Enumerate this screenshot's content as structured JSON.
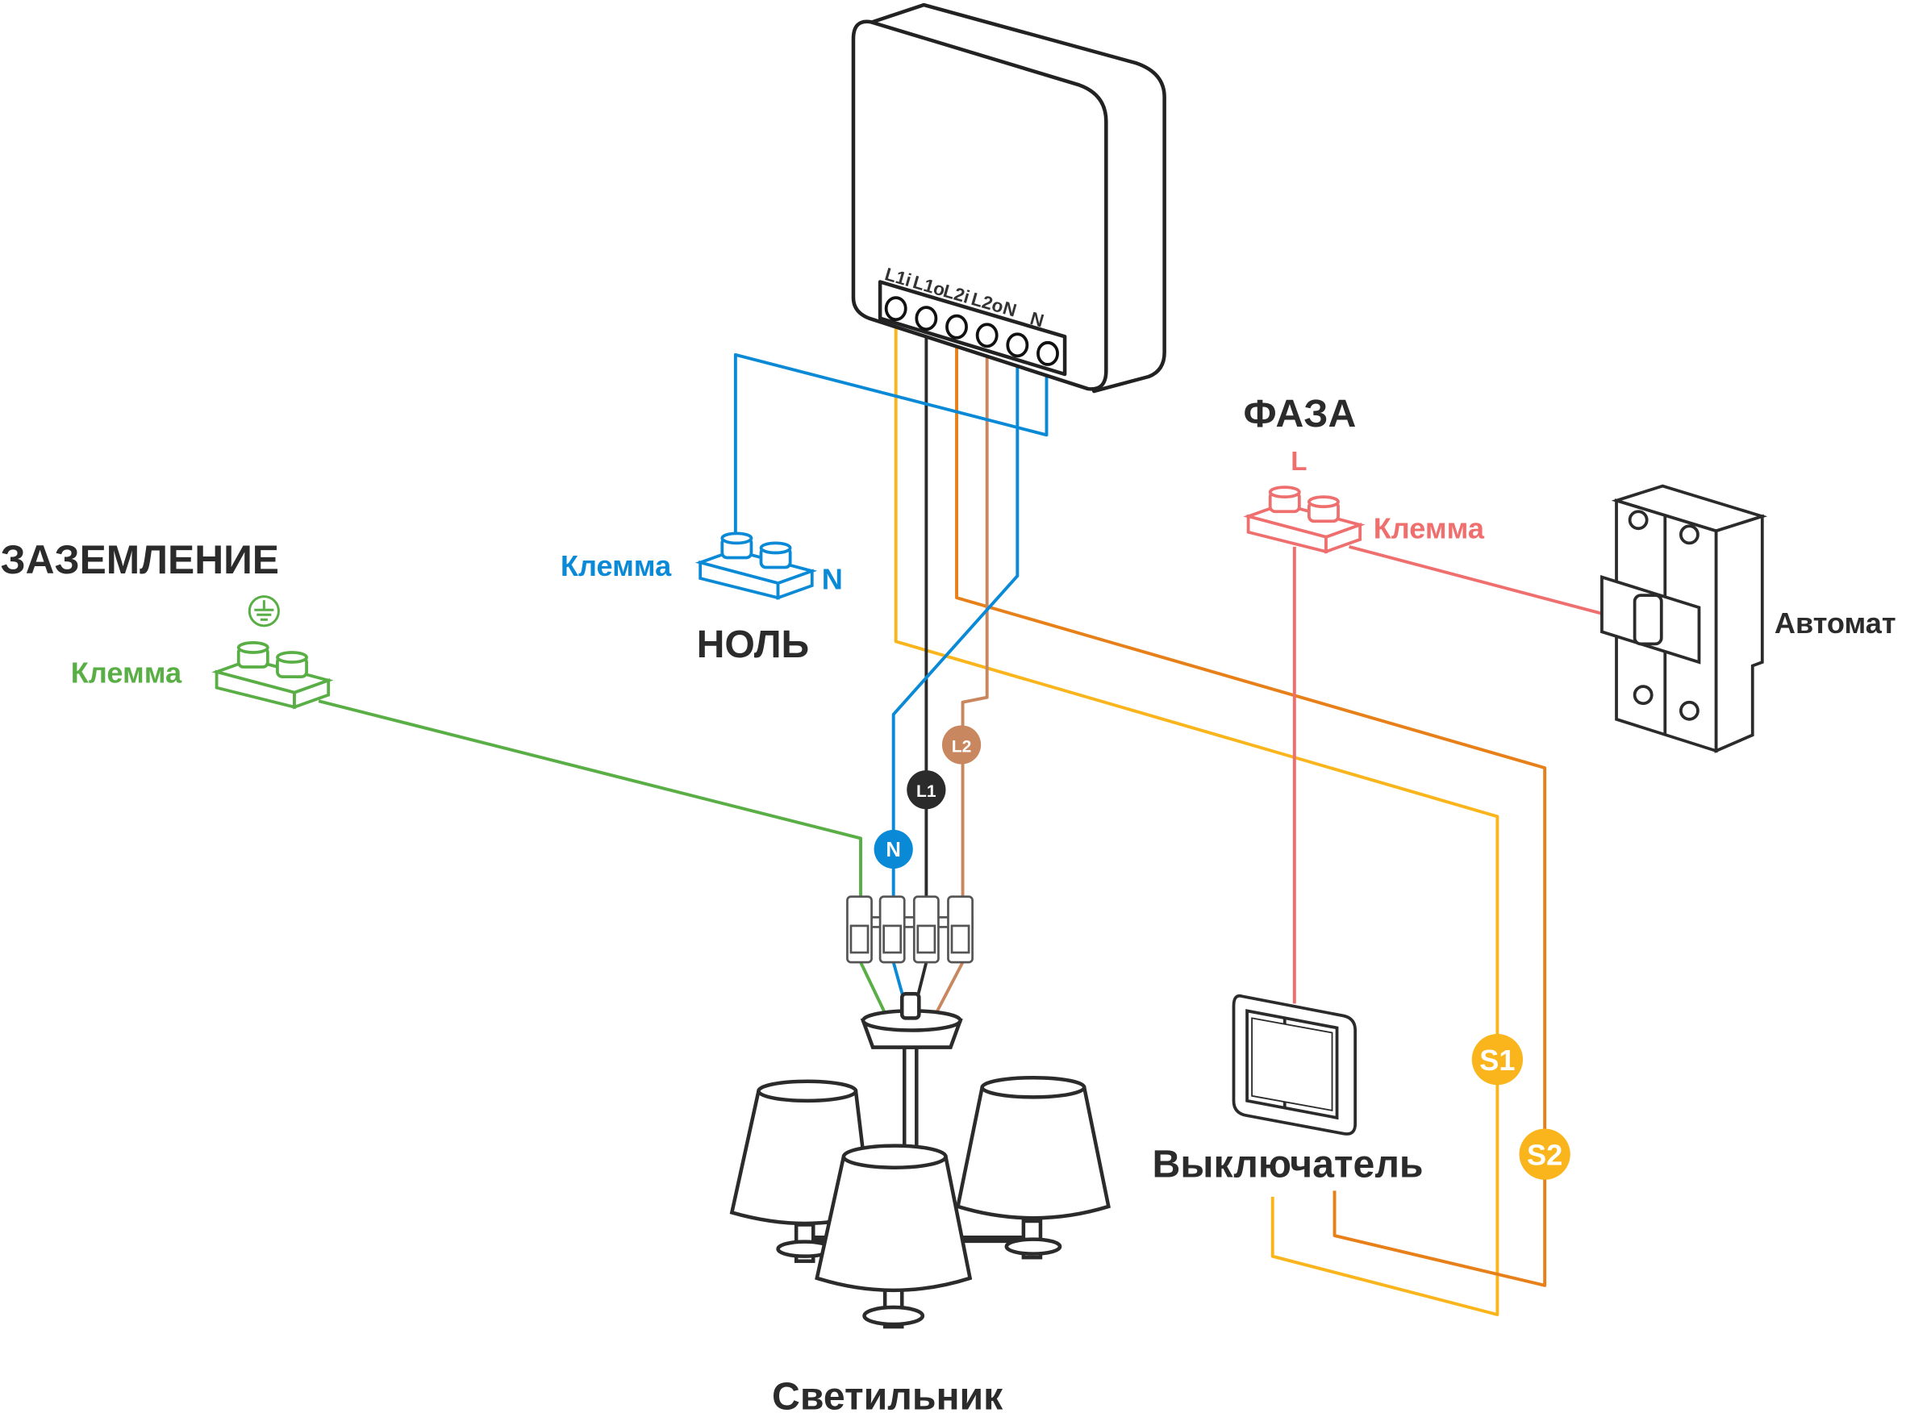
{
  "colors": {
    "yellow": "#f9b51b",
    "orange": "#e8801a",
    "brown": "#c8875f",
    "blue": "#0a8ad6",
    "green": "#5aae46",
    "red": "#ef6e6e",
    "black": "#2b2b2b"
  },
  "relay": {
    "terminals": [
      "L1i",
      "L1o",
      "L2i",
      "L2o",
      "N",
      "N"
    ]
  },
  "ground": {
    "title": "ЗАЗЕМЛЕНИЕ",
    "terminal_label": "Клемма",
    "icon": "ground-icon"
  },
  "neutral": {
    "title": "НОЛЬ",
    "terminal_label": "Клемма",
    "letter": "N"
  },
  "phase": {
    "title": "ФАЗА",
    "letter": "L",
    "terminal_label": "Клемма"
  },
  "breaker": {
    "label": "Автомат"
  },
  "switch": {
    "label": "Выключатель"
  },
  "lamp": {
    "label": "Светильник"
  },
  "badges": {
    "n": "N",
    "l1": "L1",
    "l2": "L2",
    "s1": "S1",
    "s2": "S2"
  }
}
